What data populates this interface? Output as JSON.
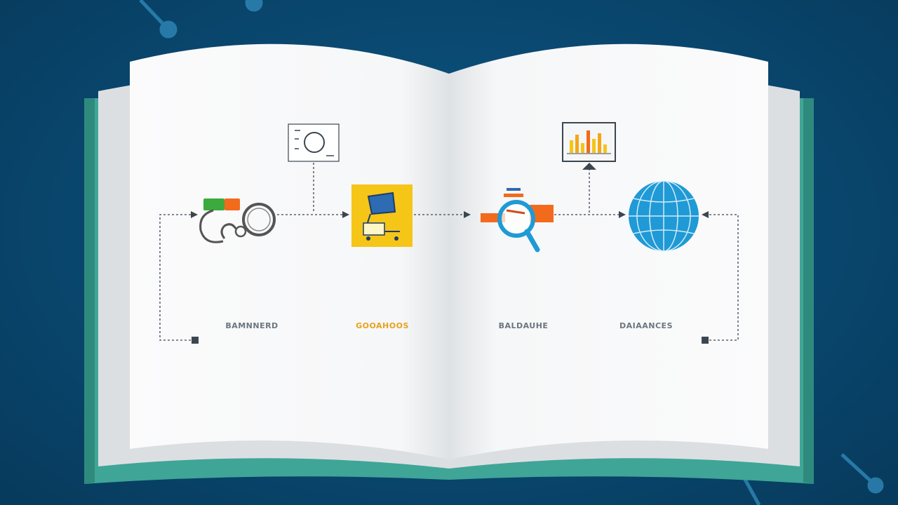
{
  "steps": [
    {
      "label": "BAMNNERD",
      "icon": "chain-link-icon",
      "highlight": false
    },
    {
      "label": "GOOAHOOS",
      "icon": "shopping-cart-icon",
      "highlight": true
    },
    {
      "label": "BALDAUHE",
      "icon": "magnifier-icon",
      "highlight": false
    },
    {
      "label": "DAIAANCES",
      "icon": "globe-icon",
      "highlight": false
    }
  ],
  "colors": {
    "background": "#0a4a73",
    "book_cover": "#3fa597",
    "page": "#f5f6f7",
    "accent_yellow": "#f5c518",
    "accent_orange": "#f26b1d",
    "accent_blue": "#1f9ad6",
    "line": "#3b4650"
  }
}
